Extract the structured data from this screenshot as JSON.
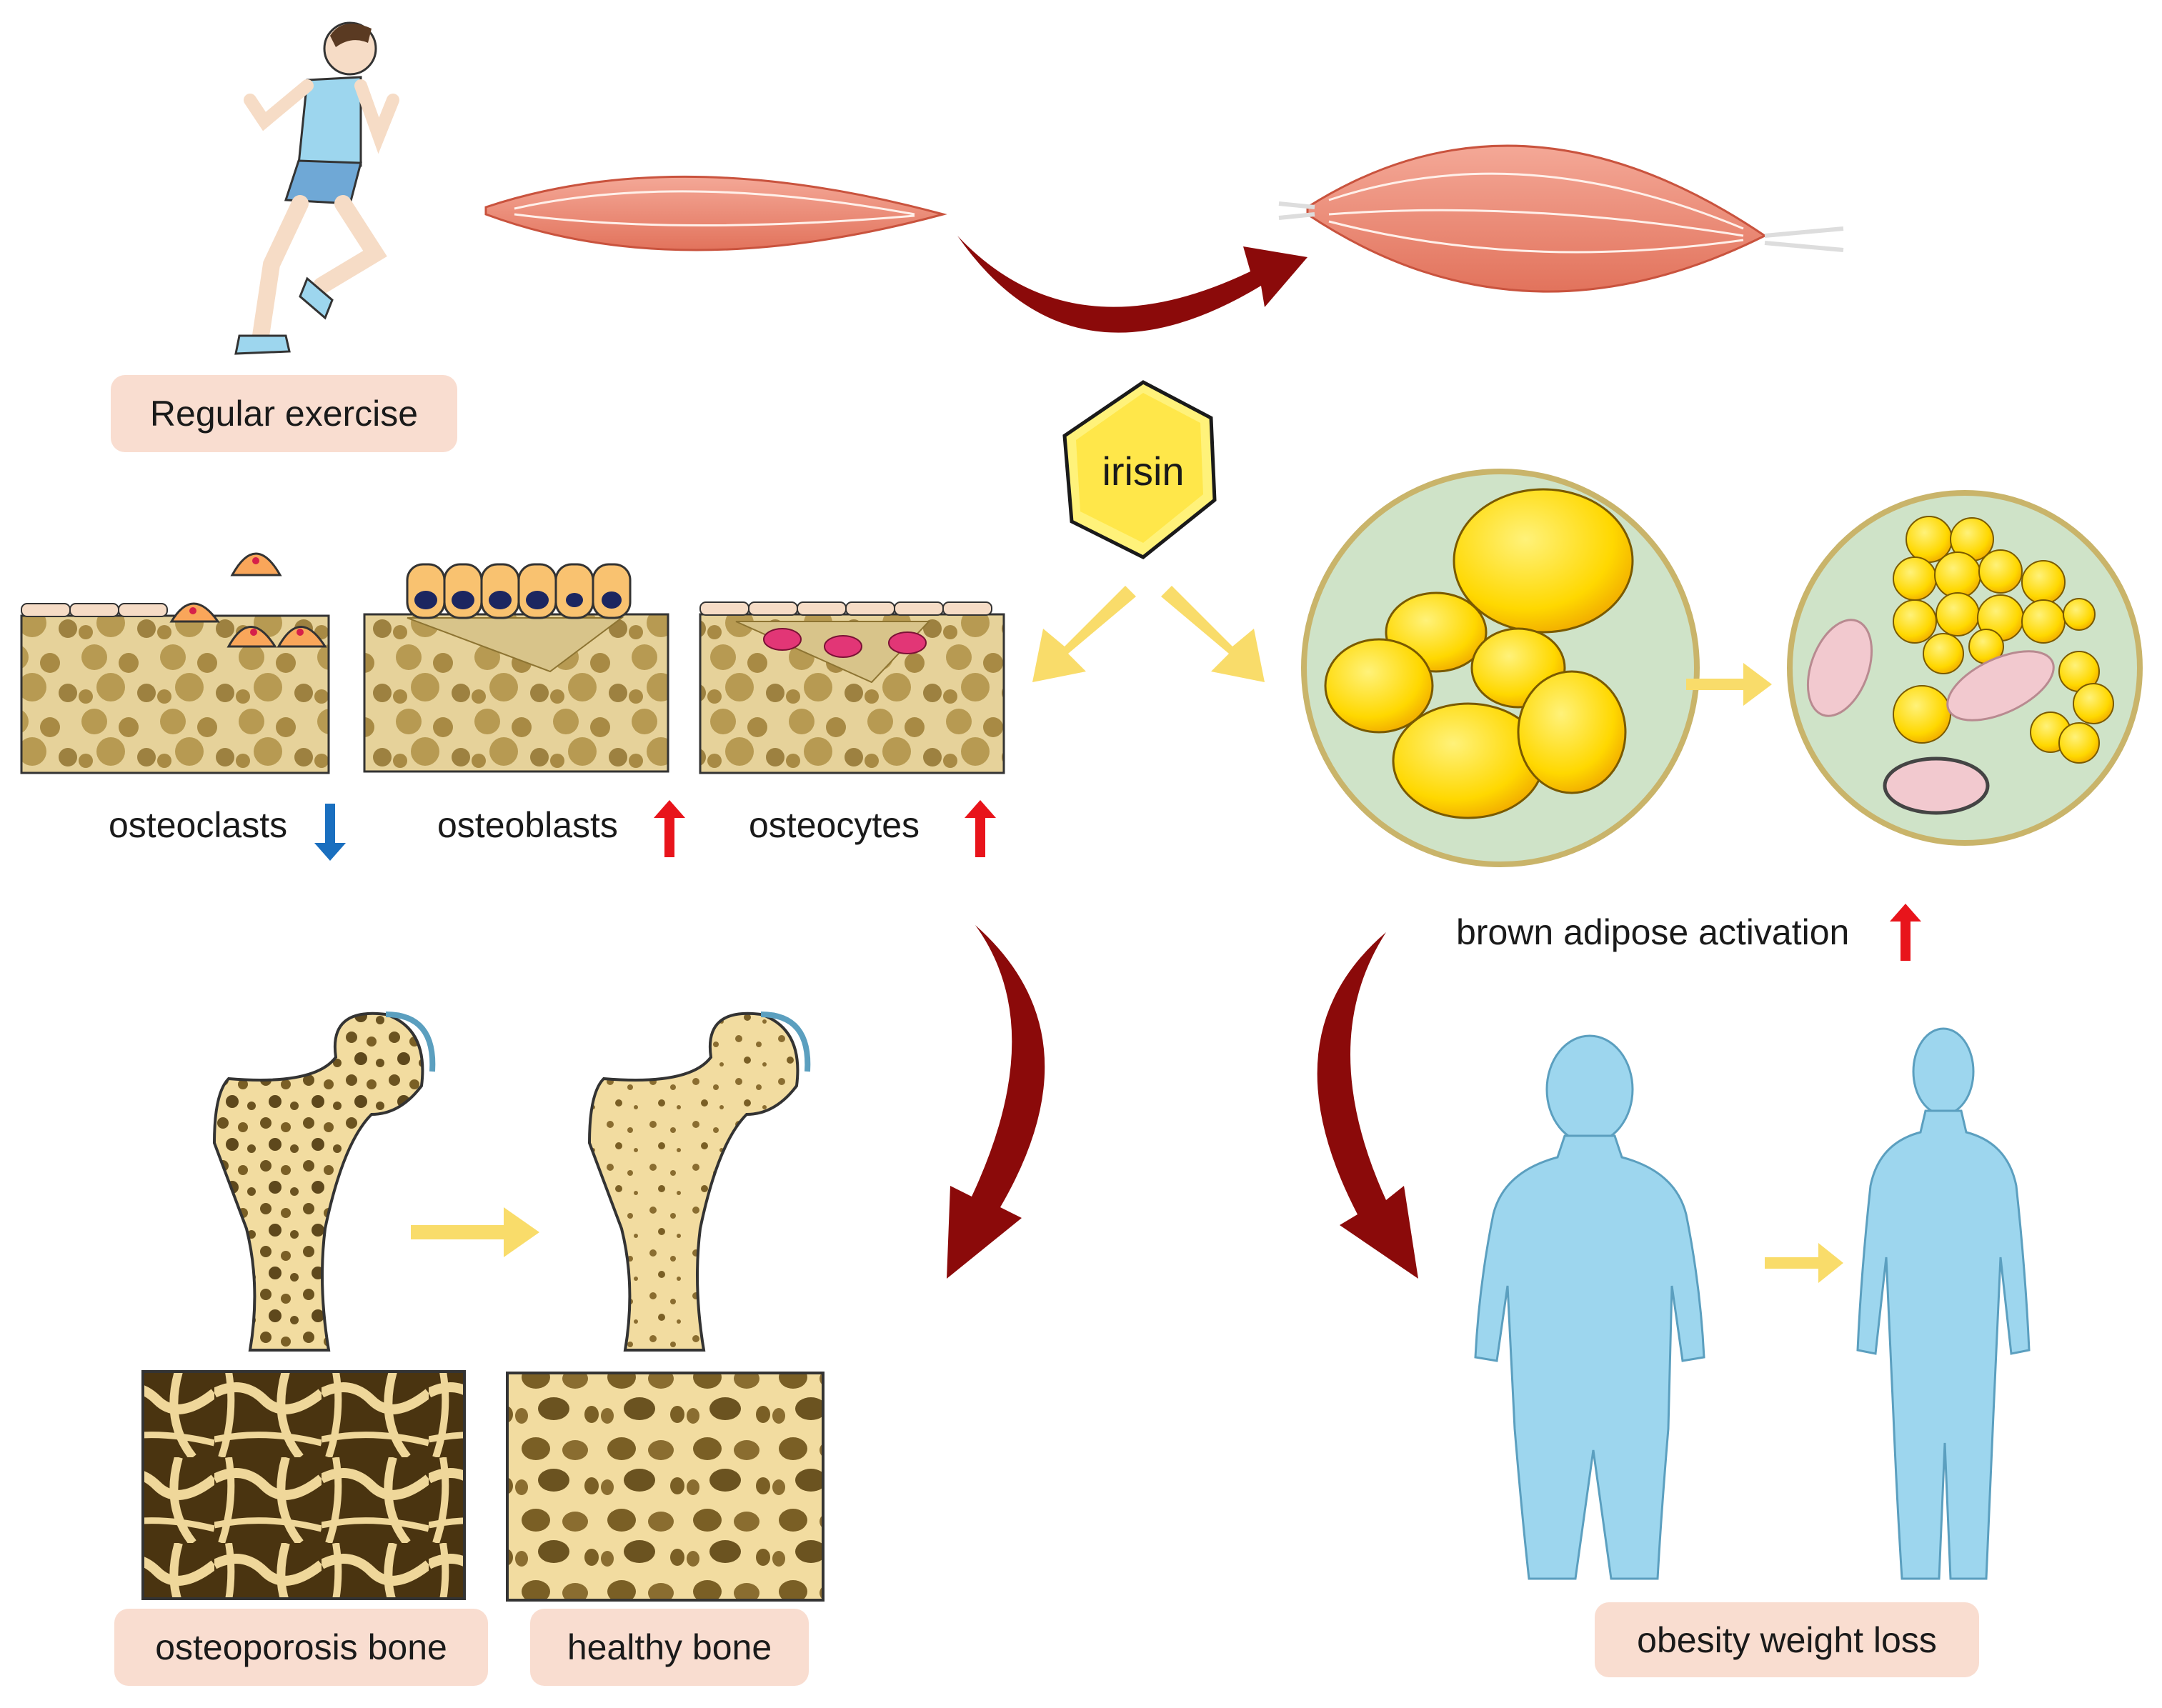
{
  "labels": {
    "regular_exercise": "Regular exercise",
    "irisin": "irisin",
    "osteoclasts": "osteoclasts",
    "osteoblasts": "osteoblasts",
    "osteocytes": "osteocytes",
    "brown_adipose_activation": "brown adipose activation",
    "osteoporosis_bone": "osteoporosis bone",
    "healthy_bone": "healthy bone",
    "obesity_weight_loss": "obesity weight loss"
  },
  "indicators": {
    "osteoclasts": "decrease",
    "osteoblasts": "increase",
    "osteocytes": "increase",
    "brown_adipose_activation": "increase"
  },
  "colors": {
    "label_bg": "#f9ddd0",
    "curved_arrow": "#8b0a0a",
    "yellow_arrow": "#f9dc6a",
    "up_arrow": "#e8141b",
    "down_arrow": "#1a6fbf",
    "muscle": "#ef8f7a",
    "bone": "#f2dca0",
    "silhouette": "#9dd6ee",
    "fat_cell": "#ffdd00",
    "adipose_bg": "#cfe3c8"
  },
  "icons": [
    "runner-icon",
    "muscle-icon",
    "irisin-hexagon-icon",
    "femur-icon",
    "body-silhouette-icon",
    "mitochondria-icon"
  ]
}
